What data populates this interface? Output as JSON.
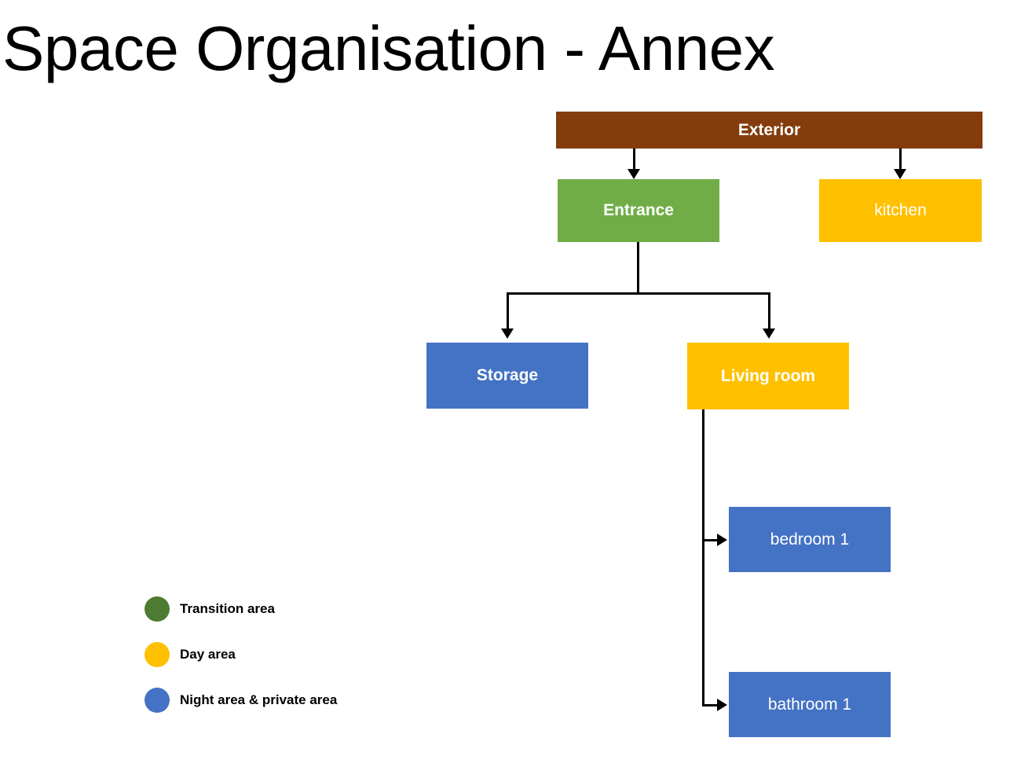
{
  "slide": {
    "title": "Space Organisation - Annex",
    "background": "#FFFFFF"
  },
  "palette": {
    "exterior_brown": "#843C0C",
    "transition_green": "#70AD47",
    "legend_green": "#4E7B32",
    "day_yellow": "#FFC000",
    "night_blue": "#4472C4",
    "connector_black": "#000000",
    "node_text": "#FFFFFF"
  },
  "diagram": {
    "type": "flowchart",
    "nodes": [
      {
        "id": "exterior",
        "label": "Exterior",
        "color": "#843C0C",
        "category": "exterior",
        "bold": true
      },
      {
        "id": "entrance",
        "label": "Entrance",
        "color": "#70AD47",
        "category": "transition",
        "bold": true
      },
      {
        "id": "kitchen",
        "label": "kitchen",
        "color": "#FFC000",
        "category": "day",
        "bold": false
      },
      {
        "id": "storage",
        "label": "Storage",
        "color": "#4472C4",
        "category": "night",
        "bold": true
      },
      {
        "id": "living_room",
        "label": "Living room",
        "color": "#FFC000",
        "category": "day",
        "bold": true
      },
      {
        "id": "bedroom_1",
        "label": "bedroom 1",
        "color": "#4472C4",
        "category": "night",
        "bold": false
      },
      {
        "id": "bathroom_1",
        "label": "bathroom 1",
        "color": "#4472C4",
        "category": "night",
        "bold": false
      }
    ],
    "edges": [
      {
        "from": "exterior",
        "to": "entrance",
        "style": "arrow-down"
      },
      {
        "from": "exterior",
        "to": "kitchen",
        "style": "arrow-down"
      },
      {
        "from": "entrance",
        "to": "storage",
        "style": "elbow-down"
      },
      {
        "from": "entrance",
        "to": "living_room",
        "style": "elbow-down"
      },
      {
        "from": "living_room",
        "to": "bedroom_1",
        "style": "elbow-right"
      },
      {
        "from": "living_room",
        "to": "bathroom_1",
        "style": "elbow-right"
      }
    ]
  },
  "legend": {
    "items": [
      {
        "label": "Transition area",
        "color": "#4E7B32"
      },
      {
        "label": "Day area",
        "color": "#FFC000"
      },
      {
        "label": "Night area & private area",
        "color": "#4472C4"
      }
    ]
  }
}
